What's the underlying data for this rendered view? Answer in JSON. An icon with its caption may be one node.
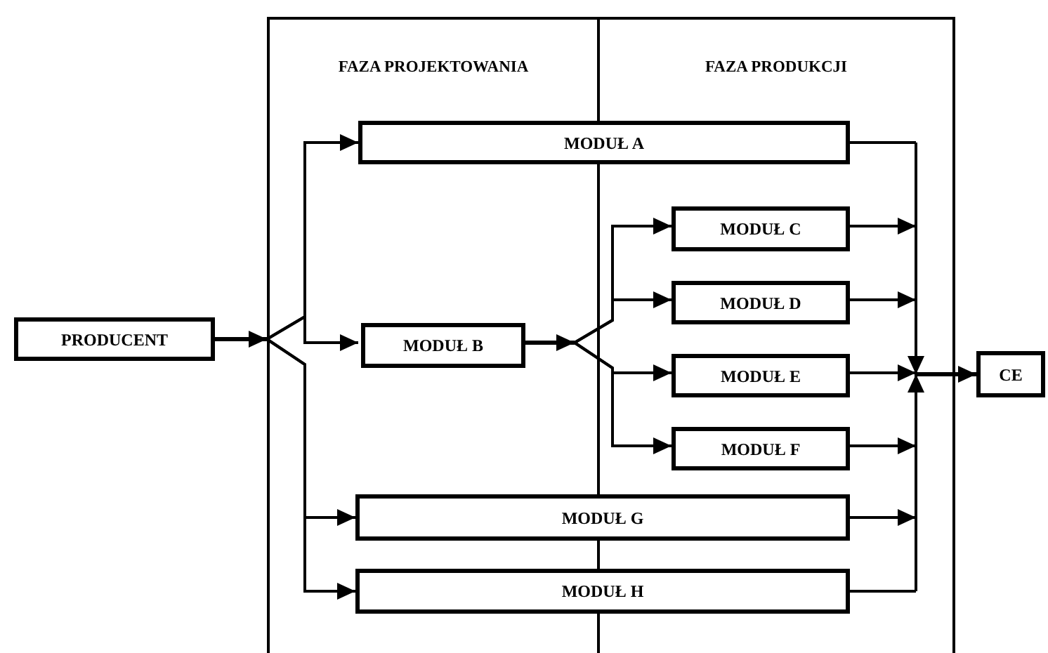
{
  "diagram": {
    "nodes": [
      {
        "text": [
          "FAZA PROJEKTOWANIA"
        ]
      },
      {
        "text": [
          "FAZA PRODUKCJI"
        ]
      },
      {
        "text": [
          "PRODUCENT"
        ]
      },
      {
        "text": [
          "MODUŁ A"
        ]
      },
      {
        "text": [
          "MODUŁ B"
        ],
        "in": 0
      },
      {
        "text": [
          "MODUŁ C"
        ],
        "in": 1
      },
      {
        "text": [
          "MODUŁ D"
        ],
        "in": 1
      },
      {
        "text": [
          "MODUŁ E"
        ],
        "in": 1
      },
      {
        "text": [
          "MODUŁ F"
        ],
        "in": 1
      },
      {
        "text": [
          "MODUŁ G"
        ]
      },
      {
        "text": [
          "MODUŁ H"
        ]
      },
      {
        "text": [
          "CE"
        ]
      }
    ],
    "edges": [
      {
        "from": 2,
        "to": 3,
        "arrow": "to"
      },
      {
        "from": 2,
        "to": 4,
        "arrow": "to"
      },
      {
        "from": 2,
        "to": 9,
        "arrow": "to"
      },
      {
        "from": 2,
        "to": 10,
        "arrow": "to"
      },
      {
        "from": 4,
        "to": 5,
        "arrow": "to"
      },
      {
        "from": 4,
        "to": 6,
        "arrow": "to"
      },
      {
        "from": 4,
        "to": 7,
        "arrow": "to"
      },
      {
        "from": 4,
        "to": 8,
        "arrow": "to"
      },
      {
        "from": 3,
        "to": 11,
        "arrow": "to"
      },
      {
        "from": 5,
        "to": 11,
        "arrow": "to"
      },
      {
        "from": 6,
        "to": 11,
        "arrow": "to"
      },
      {
        "from": 7,
        "to": 11,
        "arrow": "to"
      },
      {
        "from": 8,
        "to": 11,
        "arrow": "to"
      },
      {
        "from": 9,
        "to": 11,
        "arrow": "to"
      },
      {
        "from": 10,
        "to": 11,
        "arrow": "to"
      }
    ]
  }
}
